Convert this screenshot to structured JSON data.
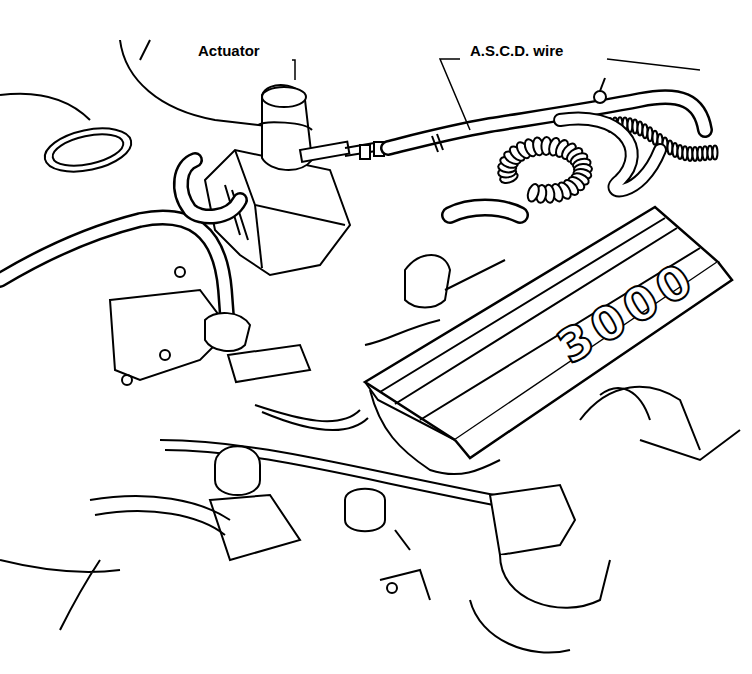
{
  "diagram": {
    "labels": [
      "Actuator",
      "A.S.C.D. wire",
      "3000"
    ]
  }
}
